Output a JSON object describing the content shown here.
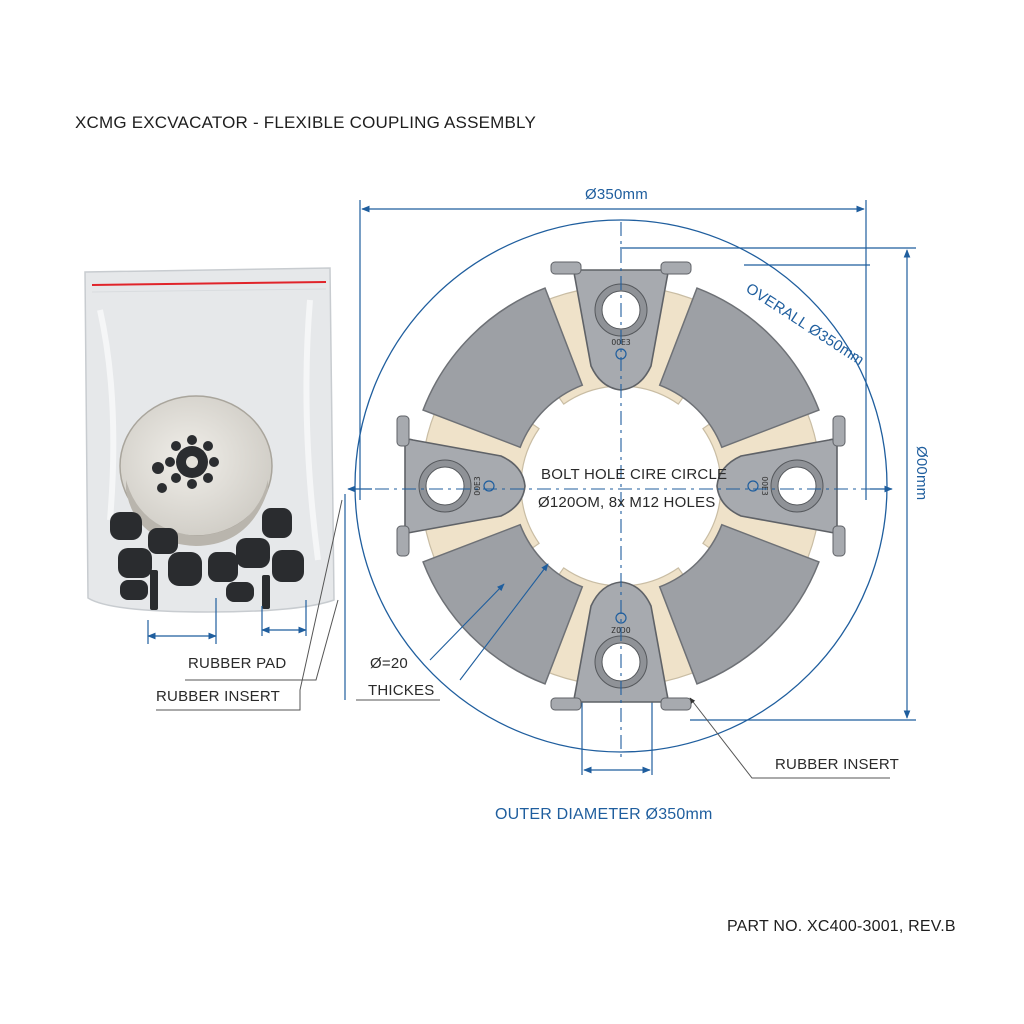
{
  "title": "XCMG EXCVACATOR - FLEXIBLE COUPLING ASSEMBLY",
  "part_number": "PART NO. XC400-3001, REV.B",
  "dimensions": {
    "top_width": "Ø350mm",
    "overall": "OVERALL Ø350mm",
    "height": "Ø00mm",
    "outer_diameter": "OUTER DIAMETER Ø350mm",
    "thickness_value": "Ø=20",
    "thickness_label": "THICKES"
  },
  "bolt_circle": {
    "line1": "BOLT HOLE CIRE CIRCLE",
    "line2": "Ø120OM, 8x M12 HOLES"
  },
  "callouts": {
    "rubber_pad": "RUBBER PAD",
    "rubber_insert_left": "RUBBER INSERT",
    "rubber_insert_right": "RUBBER INSERT"
  },
  "hub_stamps": {
    "top": "OOE3",
    "right": "OOE3",
    "bottom": "OCOZ",
    "left": "OOE3"
  },
  "colors": {
    "dimension_blue": "#1f5e9e",
    "metal_gray": "#9da0a5",
    "rubber_cream": "#efe2c9",
    "bag_red_seal": "#e0242a"
  },
  "icons": [
    "parts-bag-icon",
    "coupling-drawing"
  ]
}
